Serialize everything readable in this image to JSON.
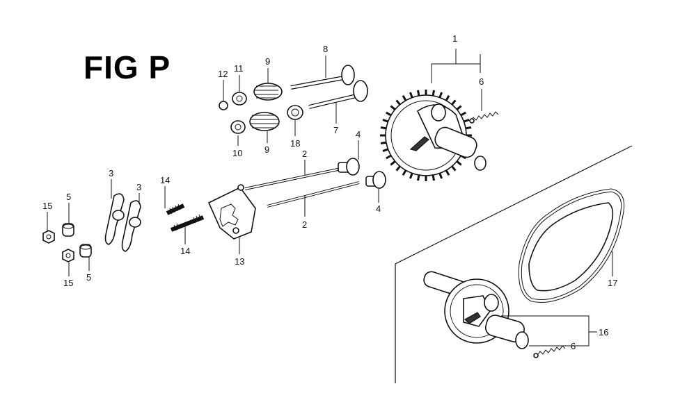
{
  "figure": {
    "title": "FIG P"
  },
  "callouts": [
    {
      "id": "c1",
      "text": "1"
    },
    {
      "id": "c6a",
      "text": "6"
    },
    {
      "id": "c8",
      "text": "8"
    },
    {
      "id": "c9a",
      "text": "9"
    },
    {
      "id": "c11",
      "text": "11"
    },
    {
      "id": "c12",
      "text": "12"
    },
    {
      "id": "c10",
      "text": "10"
    },
    {
      "id": "c9b",
      "text": "9"
    },
    {
      "id": "c18",
      "text": "18"
    },
    {
      "id": "c7",
      "text": "7"
    },
    {
      "id": "c4a",
      "text": "4"
    },
    {
      "id": "c2a",
      "text": "2"
    },
    {
      "id": "c2b",
      "text": "2"
    },
    {
      "id": "c4b",
      "text": "4"
    },
    {
      "id": "c3a",
      "text": "3"
    },
    {
      "id": "c3b",
      "text": "3"
    },
    {
      "id": "c14a",
      "text": "14"
    },
    {
      "id": "c14b",
      "text": "14"
    },
    {
      "id": "c13",
      "text": "13"
    },
    {
      "id": "c15a",
      "text": "15"
    },
    {
      "id": "c5a",
      "text": "5"
    },
    {
      "id": "c15b",
      "text": "15"
    },
    {
      "id": "c5b",
      "text": "5"
    },
    {
      "id": "c17",
      "text": "17"
    },
    {
      "id": "c16",
      "text": "16"
    },
    {
      "id": "c6b",
      "text": "6"
    }
  ]
}
